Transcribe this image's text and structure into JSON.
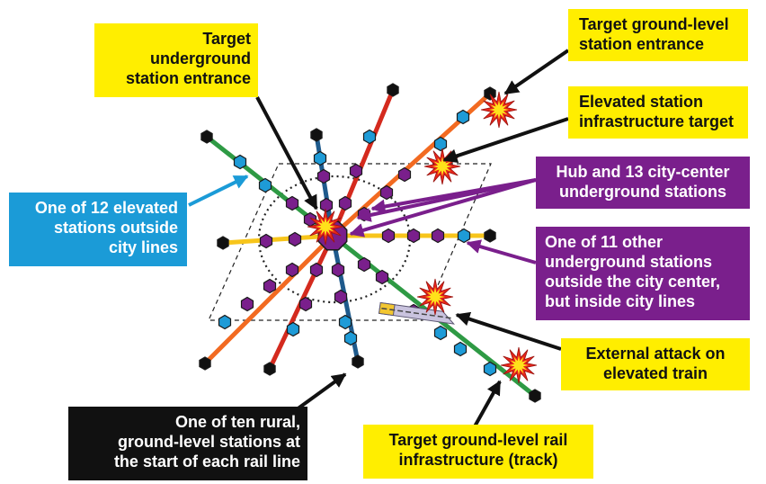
{
  "colors": {
    "green": "#2e9a44",
    "blue_line": "#1e5a8c",
    "red": "#d42a1e",
    "orange": "#f26a21",
    "yellow_line": "#f7c51b",
    "purple_station": "#7a1f8c",
    "elevated_station": "#1e9bd7",
    "rural_station": "#111111",
    "label_yellow": "#ffee00",
    "label_purple": "#7a1f8c",
    "label_blue": "#1b9bd7",
    "label_black": "#111111",
    "arrow_black": "#111111",
    "arrow_purple": "#7a1f8c",
    "arrow_blue": "#1b9bd7"
  },
  "labels": {
    "underground_entrance": [
      "Target",
      "underground",
      "station entrance"
    ],
    "ground_entrance": [
      "Target ground-level",
      "station entrance"
    ],
    "elevated_infra": [
      "Elevated station",
      "infrastructure target"
    ],
    "hub": [
      "Hub and 13 city-center",
      "underground stations"
    ],
    "other_underground": [
      "One of 11 other",
      "underground stations",
      "outside the city center,",
      "but inside city lines"
    ],
    "elevated_outside": [
      "One of 12 elevated",
      "stations outside",
      "city lines"
    ],
    "external_attack": [
      "External attack on",
      "elevated train"
    ],
    "rural": [
      "One of ten rural,",
      "ground-level stations at",
      "the start of each rail line"
    ],
    "track": [
      "Target ground-level rail",
      "infrastructure (track)"
    ]
  },
  "icons": {
    "explosion": "explosion-icon",
    "train": "train-icon",
    "hub": "hub-octagon-icon"
  }
}
